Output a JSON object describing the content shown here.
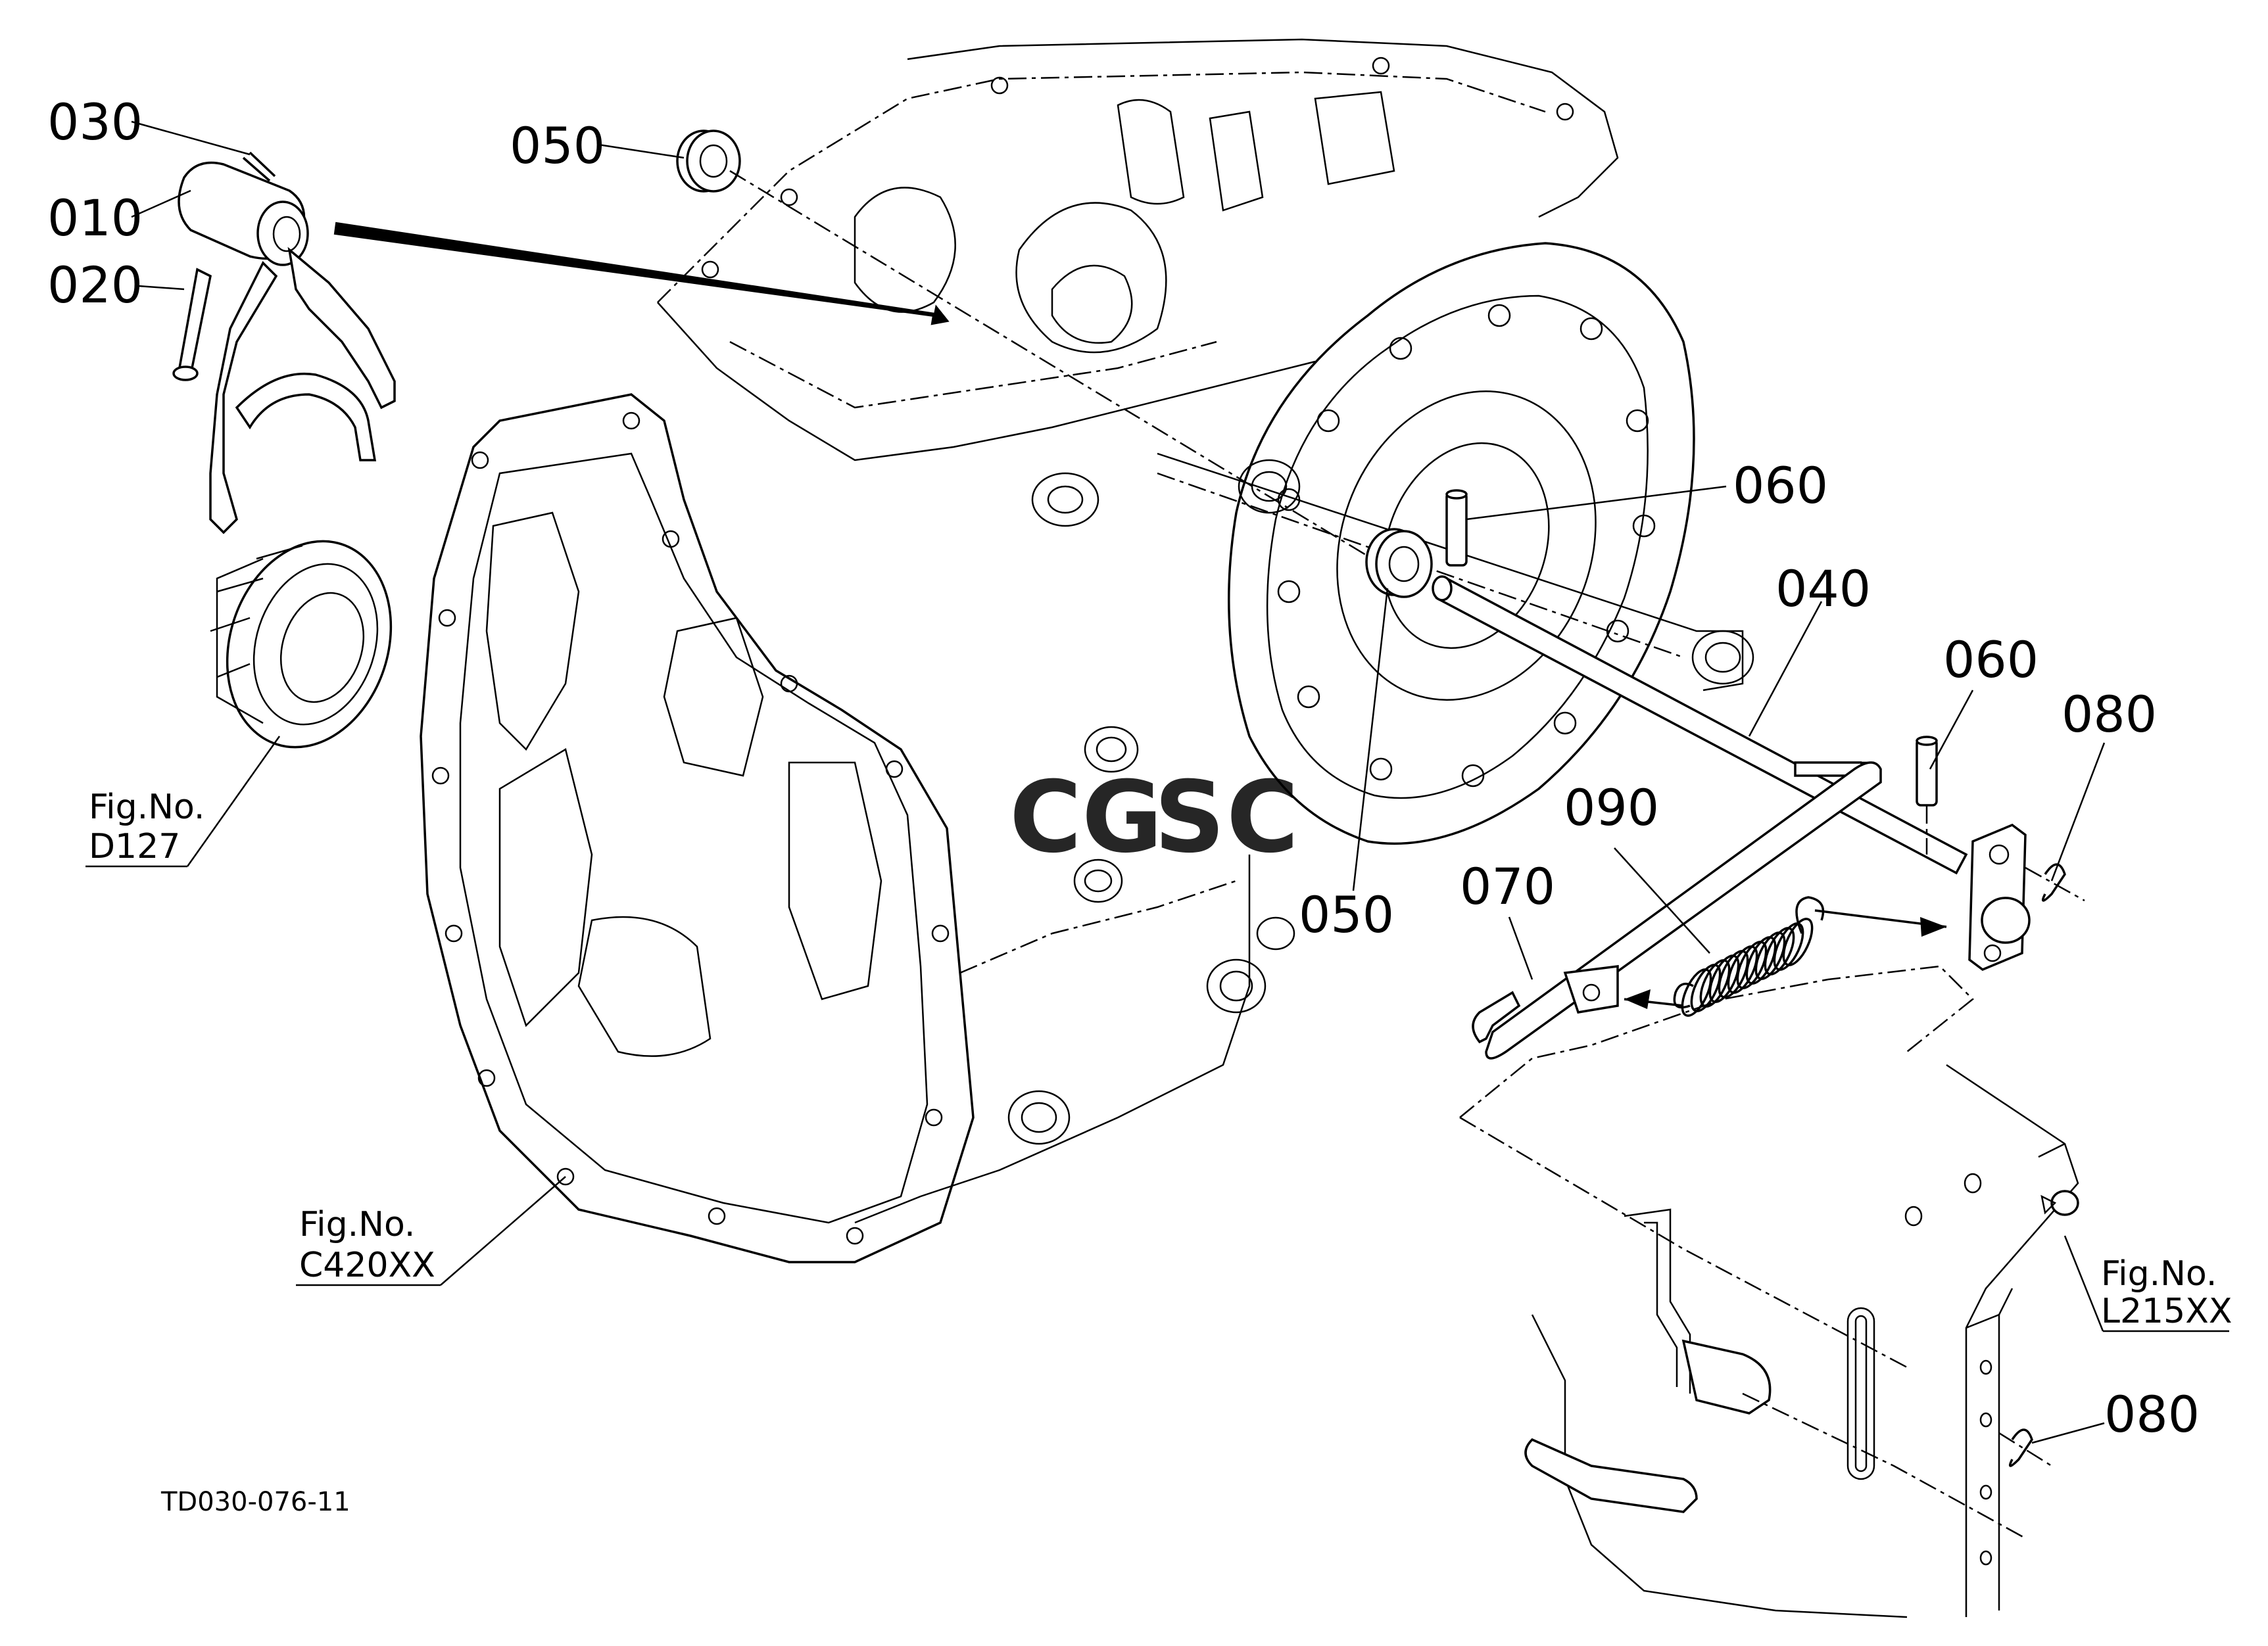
{
  "callouts": [
    "030",
    "010",
    "020",
    "050",
    "050",
    "060",
    "040",
    "060",
    "080",
    "090",
    "070",
    "080"
  ],
  "figure_refs": [
    {
      "prefix": "Fig.No.",
      "code": "D127"
    },
    {
      "prefix": "Fig.No.",
      "code": "C420XX"
    },
    {
      "prefix": "Fig.No.",
      "code": "L215XX"
    }
  ],
  "drawing_number": "TD030-076-11",
  "watermark": {
    "text": "CGSC",
    "colors": [
      "#4285F4",
      "#EA4335",
      "#FBBC05",
      "#34A853"
    ]
  }
}
